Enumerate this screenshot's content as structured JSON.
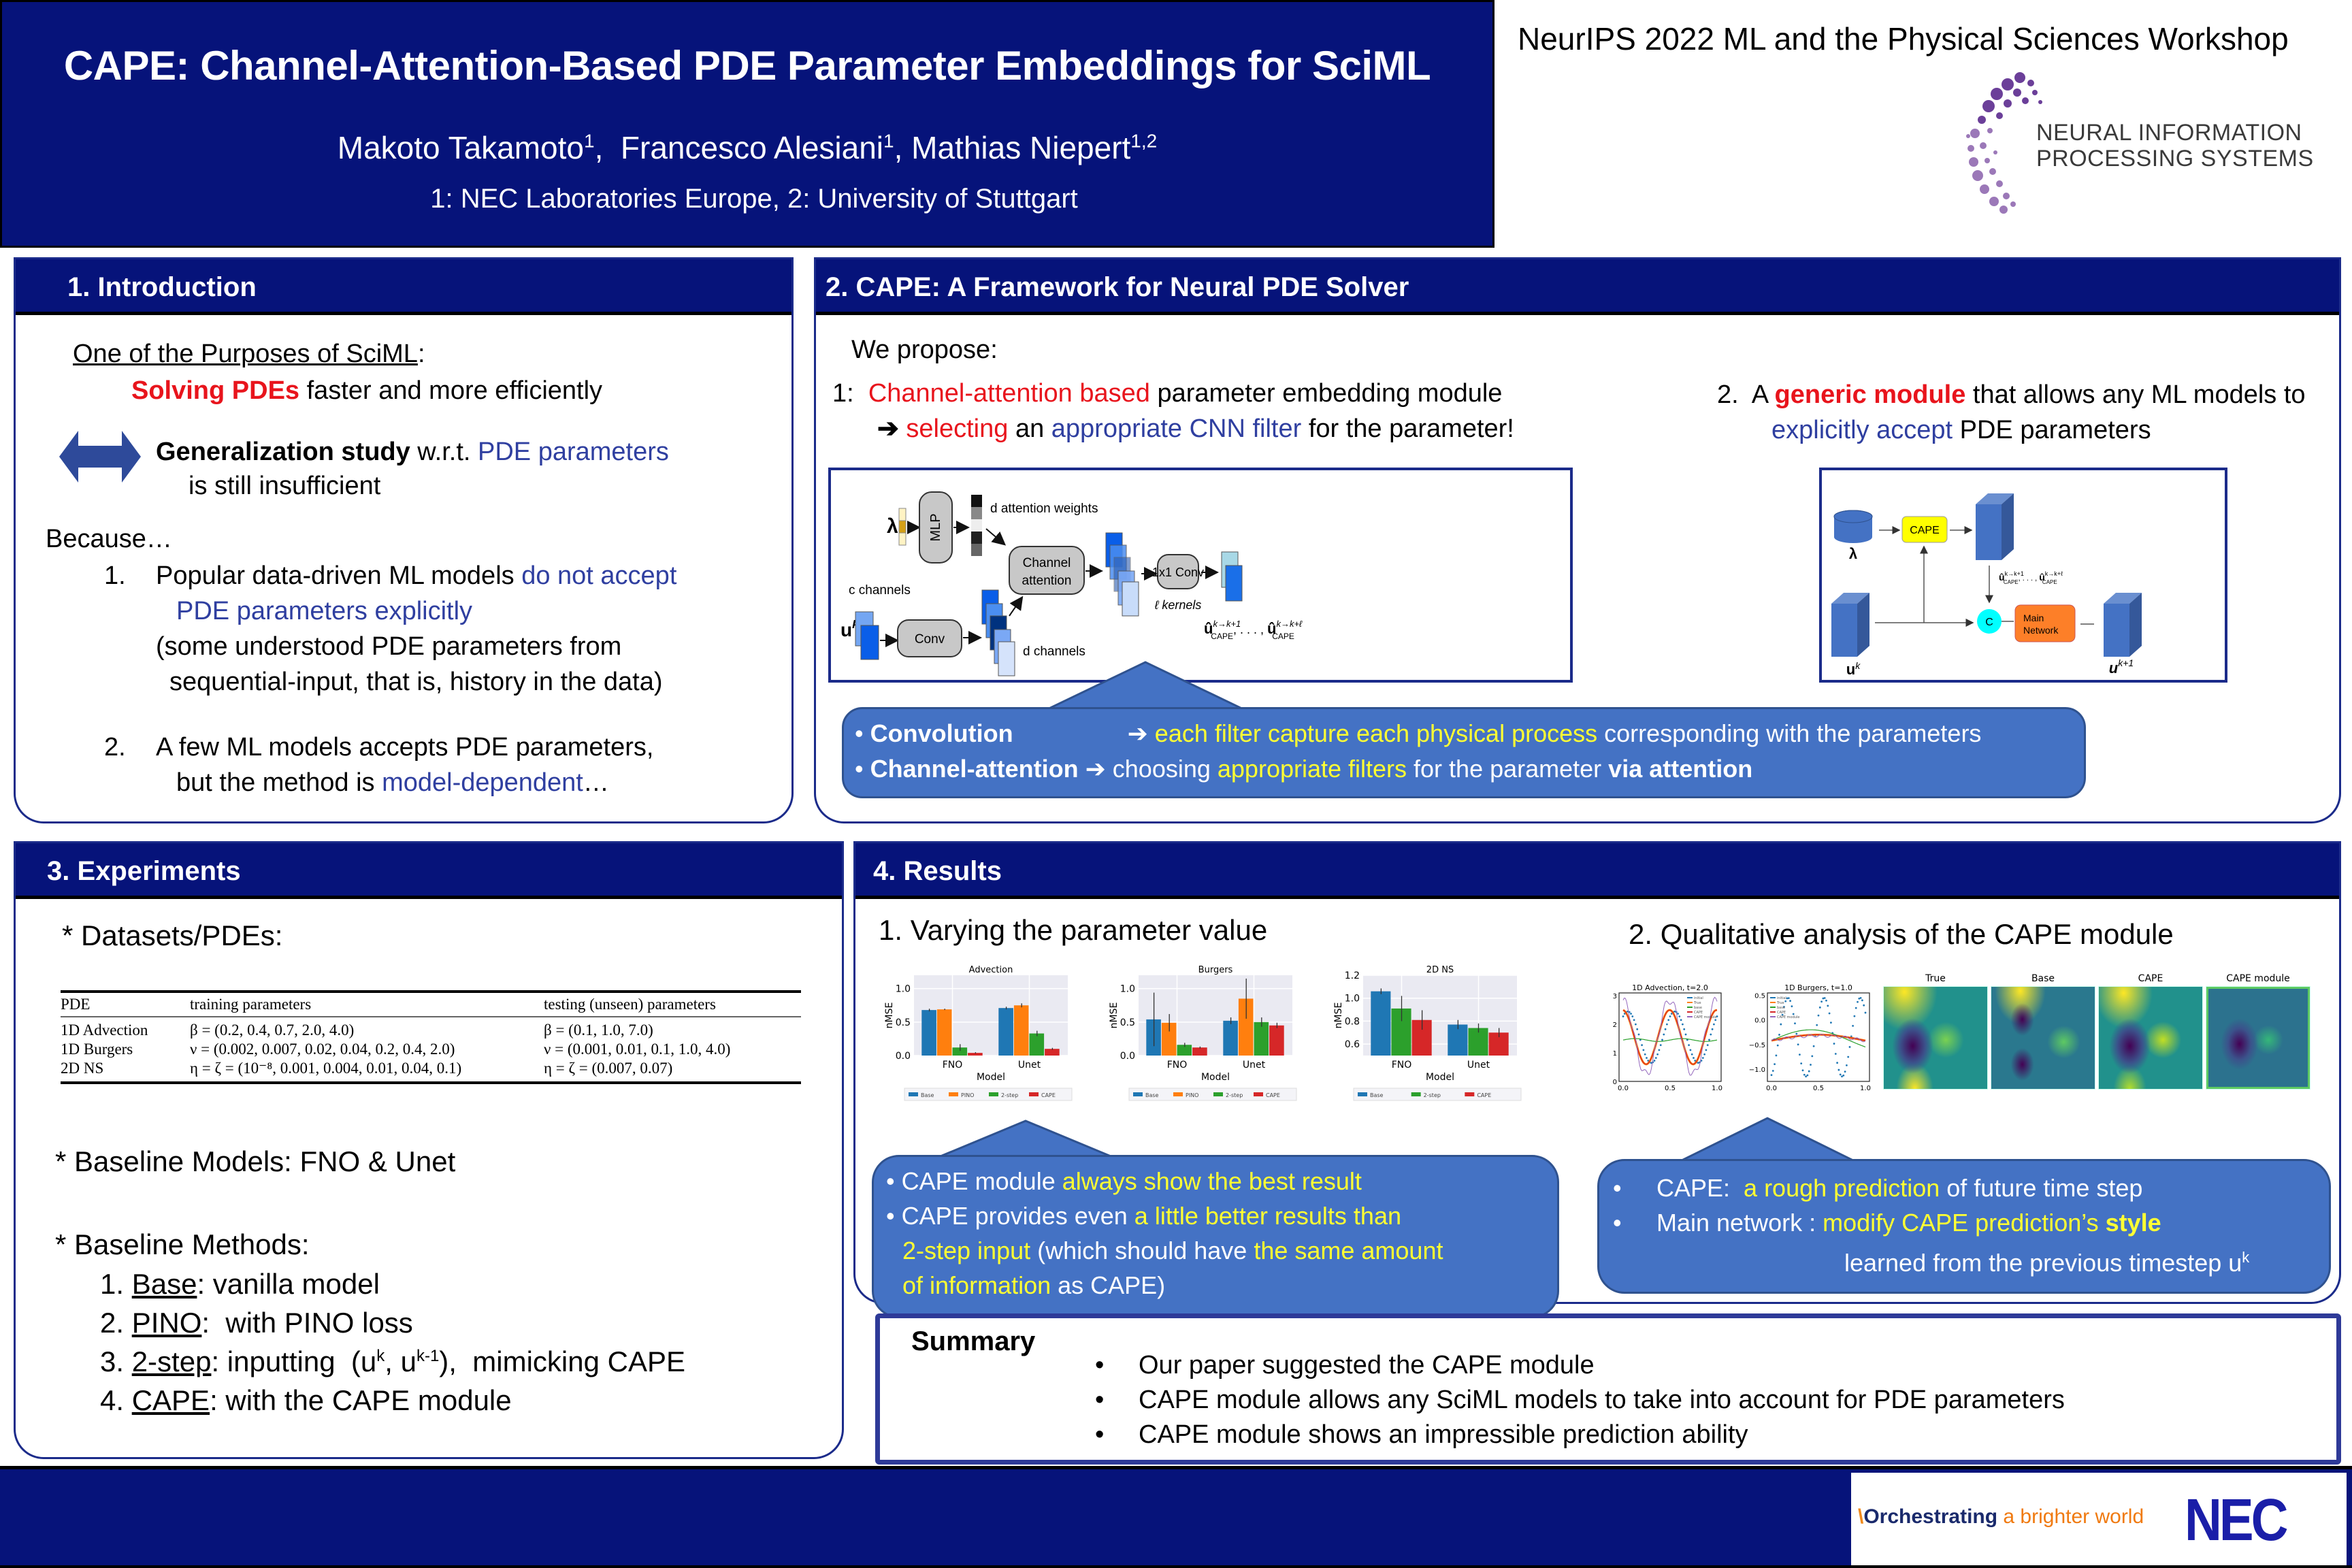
{
  "header": {
    "title": "CAPE: Channel-Attention-Based PDE Parameter Embeddings for SciML",
    "authors": [
      {
        "name": "Makoto Takamoto",
        "sup": "1",
        "sep": ",  "
      },
      {
        "name": "Francesco Alesiani",
        "sup": "1",
        "sep": ", "
      },
      {
        "name": "Mathias Niepert",
        "sup": "1,2",
        "sep": ""
      }
    ],
    "affiliations": "1: NEC Laboratories Europe, 2: University of Stuttgart",
    "venue": "NeurIPS 2022 ML and the Physical Sciences Workshop",
    "neurips_logo": {
      "line1": "NEURAL INFORMATION",
      "line2": "PROCESSING SYSTEMS",
      "icon": "neurips-dots-logo"
    }
  },
  "introduction": {
    "heading": "1. Introduction",
    "purpose_label": "One of the Purposes of SciML",
    "purpose_colon": ":",
    "purpose_red": "Solving PDEs",
    "purpose_rest": " faster and more efficiently",
    "arrow_icon": "double-arrow-icon",
    "gen_bold": "Generalization study",
    "gen_mid": " w.r.t. ",
    "gen_blue": "PDE parameters",
    "gen_line2": "is still insufficient",
    "because": "Because…",
    "items": [
      {
        "num": "1.",
        "line1_black": "Popular data-driven ML models ",
        "line1_blue": "do not accept",
        "line2_blue": "PDE parameters explicitly",
        "line3": "(some understood PDE parameters from",
        "line4": "sequential-input, that is, history in the data)"
      },
      {
        "num": "2.",
        "line1_black": "A few ML models accepts PDE parameters,",
        "line2_black": "but the method is ",
        "line2_blue": "model-dependent",
        "line2_end": "…"
      }
    ]
  },
  "framework": {
    "heading": "2. CAPE: A Framework for  Neural PDE Solver",
    "we_propose": "We propose:",
    "point1": {
      "num": "1:  ",
      "red": "Channel-attention based",
      "rest": " parameter embedding module",
      "arrow_icon": "right-arrow-icon",
      "sub_red": "selecting",
      "sub_mid": " an ",
      "sub_blue": "appropriate CNN filter",
      "sub_end": " for the parameter!"
    },
    "point2": {
      "num": "2.  A ",
      "red": "generic module",
      "rest": " that allows any ML models to",
      "line2_blue": "explicitly accept",
      "line2_rest": " PDE parameters"
    },
    "diagram1": {
      "lambda": "λ",
      "mlp": "MLP",
      "attention_weights": "d attention weights",
      "channel_attention_1": "Channel",
      "channel_attention_2": "attention",
      "c_channels": "c channels",
      "uk": "u",
      "uk_sup": "k",
      "conv": "Conv",
      "d_channels": "d channels",
      "conv1x1": "1x1 Conv",
      "l_kernels": "ℓ kernels",
      "output_1": "û",
      "output_1_sup": "k→k+1",
      "output_1_sub": "CAPE",
      "output_sep": ", . . . , ",
      "output_2": "û",
      "output_2_sup": "k→k+ℓ",
      "output_2_sub": "CAPE"
    },
    "diagram2": {
      "lambda": "λ",
      "cape": "CAPE",
      "uk": "u",
      "uk_sup": "k",
      "concat": "C",
      "main_1": "Main",
      "main_2": "Network",
      "out": "u",
      "out_sup": "k+1",
      "pred_label": "û",
      "pred_sup1": "k→k+1",
      "pred_sub": "CAPE",
      "pred_sep": ", . . . , ",
      "pred_sup2": "k→k+ℓ"
    },
    "callout": {
      "line1_bold": "Convolution",
      "line1_arrow": "➔",
      "line1_yel": "each filter capture each physical process",
      "line1_rest": " corresponding with the parameters",
      "line2_bold": "Channel-attention",
      "line2_arrow": "➔",
      "line2_pre": " choosing ",
      "line2_yel": "appropriate filters",
      "line2_mid": " for the parameter ",
      "line2_bold_end": "via attention"
    }
  },
  "experiments": {
    "heading": "3. Experiments",
    "datasets_label": "* Datasets/PDEs:",
    "table": {
      "headers": [
        "PDE",
        "training parameters",
        "testing (unseen) parameters"
      ],
      "rows": [
        [
          "1D Advection",
          "β = (0.2, 0.4, 0.7, 2.0, 4.0)",
          "β = (0.1, 1.0, 7.0)"
        ],
        [
          "1D Burgers",
          "ν = (0.002, 0.007, 0.02, 0.04, 0.2, 0.4, 2.0)",
          "ν = (0.001, 0.01, 0.1, 1.0, 4.0)"
        ],
        [
          "2D NS",
          "η = ζ = (10⁻⁸, 0.001, 0.004, 0.01, 0.04, 0.1)",
          "η = ζ = (0.007, 0.07)"
        ]
      ]
    },
    "baseline_models": "* Baseline Models:  FNO & Unet",
    "baseline_methods_label": "* Baseline Methods:",
    "methods": [
      {
        "num": "1. ",
        "name": "Base",
        "desc": ": vanilla model"
      },
      {
        "num": "2. ",
        "name": "PINO",
        "desc": ":  with PINO loss"
      },
      {
        "num": "3. ",
        "name": "2-step",
        "desc": ": inputting  (u",
        "sup1": "k",
        "mid": ", u",
        "sup2": "k-1",
        "end": "),  mimicking CAPE"
      },
      {
        "num": "4. ",
        "name": "CAPE",
        "desc": ": with the CAPE module"
      }
    ]
  },
  "results": {
    "heading": "4. Results",
    "sub1": "1. Varying the parameter value",
    "sub2": "2. Qualitative analysis of the CAPE module",
    "callout1": {
      "b1_pre": "CAPE module ",
      "b1_yel": "always show the best result",
      "b2_pre": "CAPE provides even ",
      "b2_yel1": "a little better results than",
      "b2_yel2": "2-step input",
      "b2_mid": " (which should have ",
      "b2_yel3": "the same amount",
      "b2_yel4": "of information",
      "b2_end": " as CAPE)"
    },
    "callout2": {
      "b1_pre": "CAPE:  ",
      "b1_yel": "a rough prediction",
      "b1_rest": " of future time step",
      "b2_pre": "Main network : ",
      "b2_yel": "modify CAPE prediction’s ",
      "b2_yel_bold": "style",
      "b3": "learned from the previous timestep u",
      "b3_sup": "k"
    },
    "line_plots": [
      {
        "title": "1D Advection, t=2.0",
        "yticks": [
          "0",
          "1",
          "2",
          "3"
        ],
        "xticks": [
          "0.0",
          "0.5",
          "1.0"
        ],
        "legend": [
          "initial",
          "True",
          "base",
          "CAPE",
          "CAPE module"
        ]
      },
      {
        "title": "1D Burgers, t=1.0",
        "yticks": [
          "−1.0",
          "−0.5",
          "0.0",
          "0.5"
        ],
        "xticks": [
          "0.0",
          "0.5",
          "1.0"
        ],
        "legend": [
          "initial",
          "True",
          "base",
          "CAPE",
          "CAPE module"
        ]
      }
    ],
    "heatmaps": [
      "True",
      "Base",
      "CAPE",
      "CAPE module"
    ]
  },
  "summary": {
    "label": "Summary",
    "bullets": [
      "Our paper suggested the CAPE module",
      "CAPE module allows any SciML models to take into account for PDE parameters",
      "CAPE module shows an impressible prediction ability"
    ]
  },
  "footer": {
    "tagline_1": "Orchestrating",
    "tagline_2": " a brighter world",
    "brand": "NEC"
  },
  "colors": {
    "navy": "#06137a",
    "callout_blue": "#4472c4",
    "highlight_red": "#e8141c",
    "highlight_blue": "#2f3fa0",
    "highlight_yellow": "#ffff33",
    "bar_base": "#1f77b4",
    "bar_pino": "#ff7f0e",
    "bar_2step": "#2ca02c",
    "bar_cape": "#d62728"
  },
  "chart_data": [
    {
      "type": "bar",
      "title": "Advection",
      "xlabel": "Model",
      "ylabel": "nMSE",
      "categories": [
        "FNO",
        "Unet"
      ],
      "ylim": [
        0,
        1.2
      ],
      "yticks": [
        0.0,
        0.5,
        1.0
      ],
      "grid": true,
      "legend_position": "bottom",
      "series": [
        {
          "name": "Base",
          "values": [
            0.68,
            0.71
          ],
          "err": [
            0.02,
            0.02
          ]
        },
        {
          "name": "PINO",
          "values": [
            0.69,
            0.75
          ],
          "err": [
            0.01,
            0.03
          ]
        },
        {
          "name": "2-step",
          "values": [
            0.12,
            0.33
          ],
          "err": [
            0.05,
            0.04
          ]
        },
        {
          "name": "CAPE",
          "values": [
            0.04,
            0.1
          ],
          "err": [
            0.01,
            0.015
          ]
        }
      ]
    },
    {
      "type": "bar",
      "title": "Burgers",
      "xlabel": "Model",
      "ylabel": "nMSE",
      "categories": [
        "FNO",
        "Unet"
      ],
      "ylim": [
        0,
        1.2
      ],
      "yticks": [
        0.0,
        0.5,
        1.0
      ],
      "grid": true,
      "legend_position": "bottom",
      "series": [
        {
          "name": "Base",
          "values": [
            0.54,
            0.52
          ],
          "err": [
            0.4,
            0.05
          ]
        },
        {
          "name": "PINO",
          "values": [
            0.49,
            0.85
          ],
          "err": [
            0.13,
            0.3
          ]
        },
        {
          "name": "2-step",
          "values": [
            0.16,
            0.5
          ],
          "err": [
            0.03,
            0.07
          ]
        },
        {
          "name": "CAPE",
          "values": [
            0.12,
            0.45
          ],
          "err": [
            0.015,
            0.04
          ]
        }
      ]
    },
    {
      "type": "bar",
      "title": "2D NS",
      "xlabel": "Model",
      "ylabel": "nMSE",
      "categories": [
        "FNO",
        "Unet"
      ],
      "ylim": [
        0.5,
        1.2
      ],
      "yticks": [
        0.6,
        0.8,
        1.0,
        1.2
      ],
      "grid": true,
      "legend_position": "bottom",
      "series": [
        {
          "name": "Base",
          "values": [
            1.06,
            0.77
          ],
          "err": [
            0.025,
            0.04
          ]
        },
        {
          "name": "2-step",
          "values": [
            0.91,
            0.74
          ],
          "err": [
            0.11,
            0.04
          ]
        },
        {
          "name": "CAPE",
          "values": [
            0.81,
            0.7
          ],
          "err": [
            0.085,
            0.04
          ]
        }
      ]
    }
  ]
}
